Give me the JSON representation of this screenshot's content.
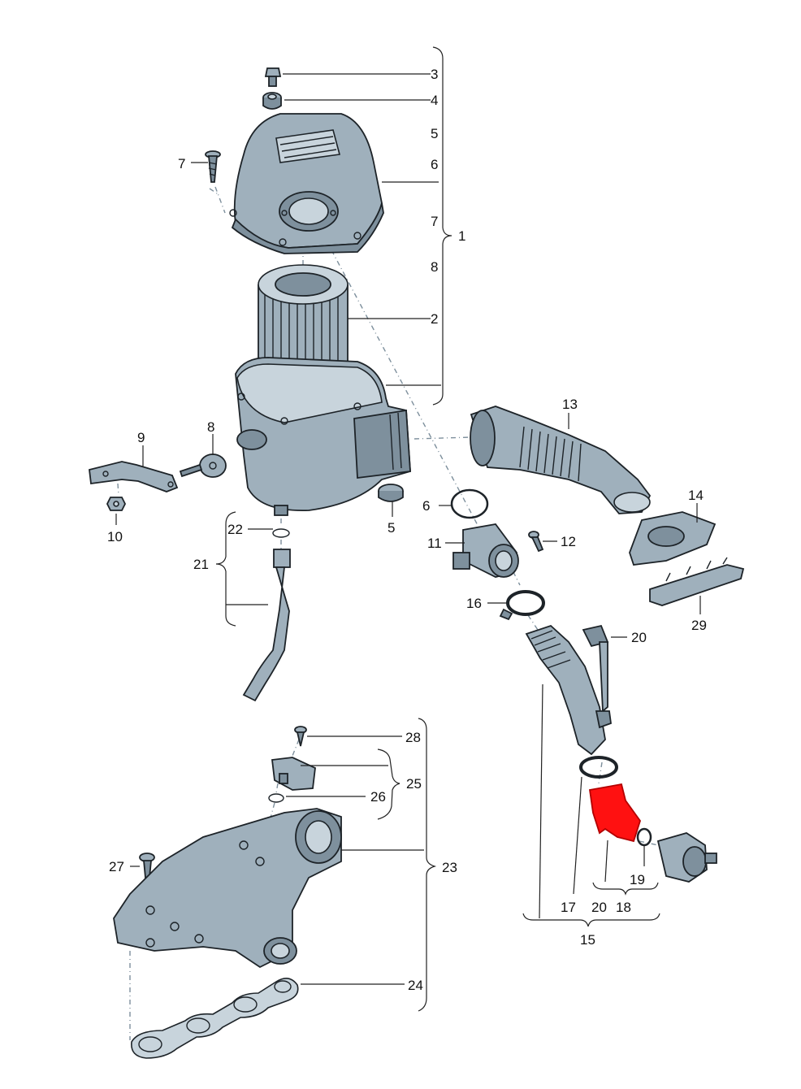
{
  "diagram": {
    "highlight_color": "#ff1111",
    "labels": {
      "l1": "1",
      "l2": "2",
      "l3": "3",
      "l4": "4",
      "l5a": "5",
      "l5b": "5",
      "l6a": "6",
      "l6b": "6",
      "l7a": "7",
      "l7b": "7",
      "l8a": "8",
      "l8b": "8",
      "l9": "9",
      "l10": "10",
      "l11": "11",
      "l12": "12",
      "l13": "13",
      "l14": "14",
      "l15": "15",
      "l16": "16",
      "l17": "17",
      "l18": "18",
      "l19": "19",
      "l20a": "20",
      "l20b": "20",
      "l21": "21",
      "l22": "22",
      "l23": "23",
      "l24": "24",
      "l25": "25",
      "l26": "26",
      "l27": "27",
      "l28": "28",
      "l29": "29"
    }
  }
}
